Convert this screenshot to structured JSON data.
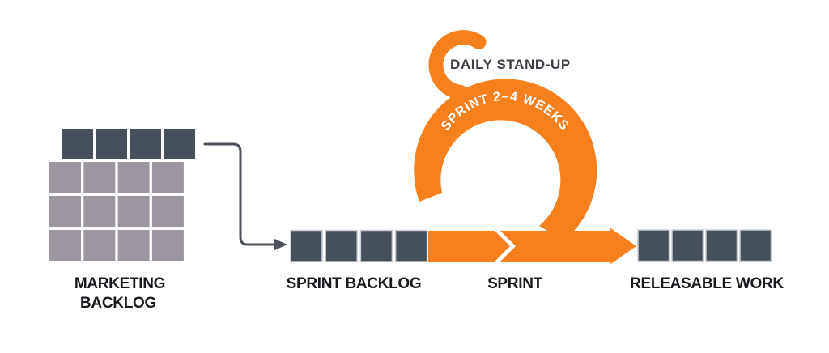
{
  "colors": {
    "orange": "#F6801E",
    "dark_square": "#46505C",
    "gray_square": "#9B96A0",
    "square_border": "#C9CDD2",
    "arrow": "#4A5158",
    "label_text": "#17191D",
    "standup_text": "#3B4147",
    "loop_text": "#FFFFFF"
  },
  "marketing_backlog": {
    "label_line1": "MARKETING",
    "label_line2": "BACKLOG",
    "selected_count": 4,
    "grid_rows": 3,
    "grid_cols": 4
  },
  "sprint_backlog": {
    "label": "SPRINT BACKLOG",
    "item_count": 4
  },
  "sprint": {
    "label": "SPRINT",
    "loop_label": "SPRINT 2–4 WEEKS",
    "standup_label": "DAILY STAND-UP"
  },
  "releasable_work": {
    "label": "RELEASABLE WORK",
    "item_count": 4
  }
}
